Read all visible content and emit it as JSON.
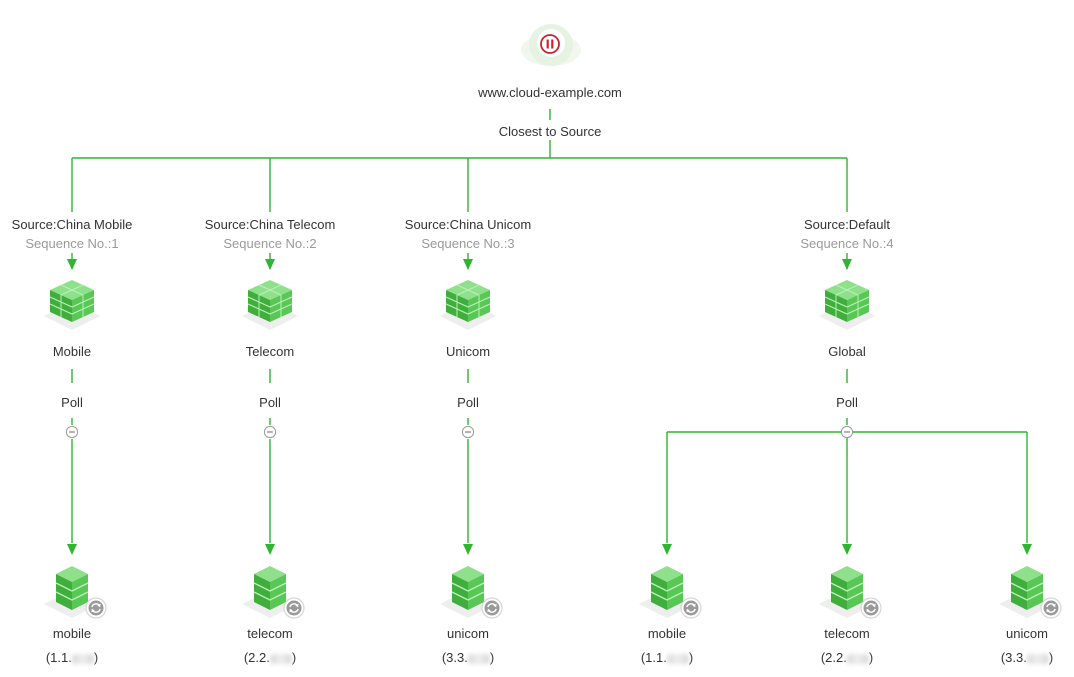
{
  "root": {
    "domain": "www.cloud-example.com",
    "status_icon": "pause-icon",
    "policy": "Closest to Source"
  },
  "sources": [
    {
      "source": "Source:China Mobile",
      "sequence": "Sequence No.:1",
      "pool": "Mobile",
      "mode": "Poll",
      "targets": [
        {
          "name": "mobile",
          "ip_prefix": "(1.1.",
          "ip_suffix": ")"
        }
      ]
    },
    {
      "source": "Source:China Telecom",
      "sequence": "Sequence No.:2",
      "pool": "Telecom",
      "mode": "Poll",
      "targets": [
        {
          "name": "telecom",
          "ip_prefix": "(2.2.",
          "ip_suffix": ")"
        }
      ]
    },
    {
      "source": "Source:China Unicom",
      "sequence": "Sequence No.:3",
      "pool": "Unicom",
      "mode": "Poll",
      "targets": [
        {
          "name": "unicom",
          "ip_prefix": "(3.3.",
          "ip_suffix": ")"
        }
      ]
    },
    {
      "source": "Source:Default",
      "sequence": "Sequence No.:4",
      "pool": "Global",
      "mode": "Poll",
      "targets": [
        {
          "name": "mobile",
          "ip_prefix": "(1.1.",
          "ip_suffix": ")"
        },
        {
          "name": "telecom",
          "ip_prefix": "(2.2.",
          "ip_suffix": ")"
        },
        {
          "name": "unicom",
          "ip_prefix": "(3.3.",
          "ip_suffix": ")"
        }
      ]
    }
  ],
  "colors": {
    "line": "#2fb52f",
    "node_green": "#4cc24a",
    "pause": "#c8252c"
  },
  "icons": {
    "pool": "server-cluster-icon",
    "target": "server-icon",
    "health": "refresh-icon",
    "collapse": "collapse-icon"
  }
}
